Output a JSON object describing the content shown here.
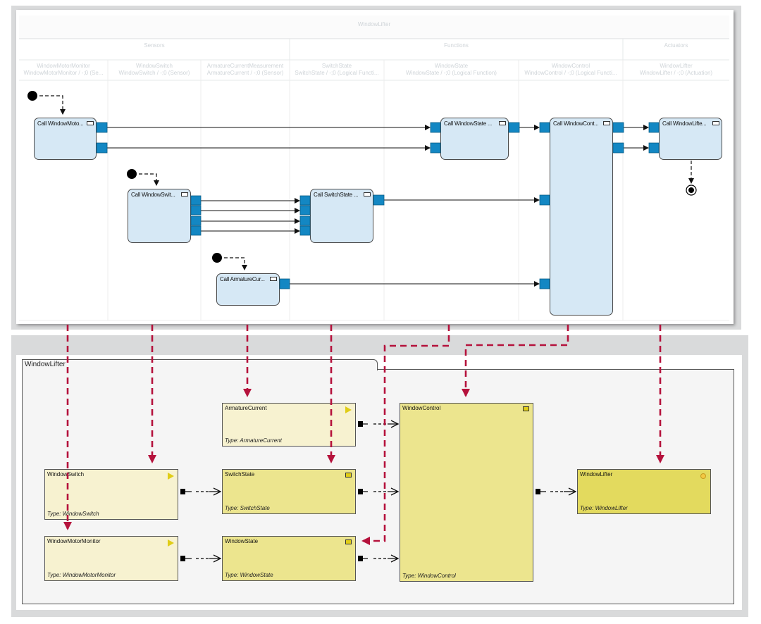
{
  "activity": {
    "title": "WindowLifter",
    "groups": [
      {
        "label": "Sensors"
      },
      {
        "label": "Functions"
      },
      {
        "label": "Actuators"
      }
    ],
    "lanes": [
      {
        "name": "WindowMotorMonitor",
        "sub": "WindowMotorMonitor / -;0 (Se..."
      },
      {
        "name": "WindowSwitch",
        "sub": "WindowSwitch / -;0 (Sensor)"
      },
      {
        "name": "ArmatureCurrentMeasurement",
        "sub": "ArmatureCurrent / -;0 (Sensor)"
      },
      {
        "name": "SwitchState",
        "sub": "SwitchState / -;0 (Logical Functi..."
      },
      {
        "name": "WindowState",
        "sub": "WindowState / -;0 (Logical Function)"
      },
      {
        "name": "WindowControl",
        "sub": "WindowControl / -;0 (Logical Functi..."
      },
      {
        "name": "WindowLifter",
        "sub": "WindowLifter / -;0 (Actuation)"
      }
    ],
    "actions": [
      {
        "label": "Call WindowMoto..."
      },
      {
        "label": "Call WindowSwit..."
      },
      {
        "label": "Call ArmatureCur..."
      },
      {
        "label": "Call SwitchState ..."
      },
      {
        "label": "Call WindowState ..."
      },
      {
        "label": "Call WindowCont..."
      },
      {
        "label": "Call WindowLifte..."
      }
    ]
  },
  "components": {
    "container_title": "WindowLifter",
    "items": [
      {
        "name": "ArmatureCurrent",
        "type": "Type: ArmatureCurrent",
        "icon": "sensor-triangle-icon"
      },
      {
        "name": "WindowSwitch",
        "type": "Type: WindowSwitch",
        "icon": "sensor-triangle-icon"
      },
      {
        "name": "WindowMotorMonitor",
        "type": "Type: WindowMotorMonitor",
        "icon": "sensor-triangle-icon"
      },
      {
        "name": "SwitchState",
        "type": "Type: SwitchState",
        "icon": "function-square-icon"
      },
      {
        "name": "WindowState",
        "type": "Type: WindowState",
        "icon": "function-square-icon"
      },
      {
        "name": "WindowControl",
        "type": "Type: WindowControl",
        "icon": "function-square-icon"
      },
      {
        "name": "WindowLifter",
        "type": "Type: WindowLifter",
        "icon": "actuator-circle-icon"
      }
    ]
  },
  "colors": {
    "mapping_arrow": "#b5123c",
    "pin": "#1387c3",
    "action_fill": "#d6e8f5",
    "sensor_fill": "#f7f2d0",
    "function_fill": "#ece58e",
    "actuator_fill": "#e3da5e"
  }
}
